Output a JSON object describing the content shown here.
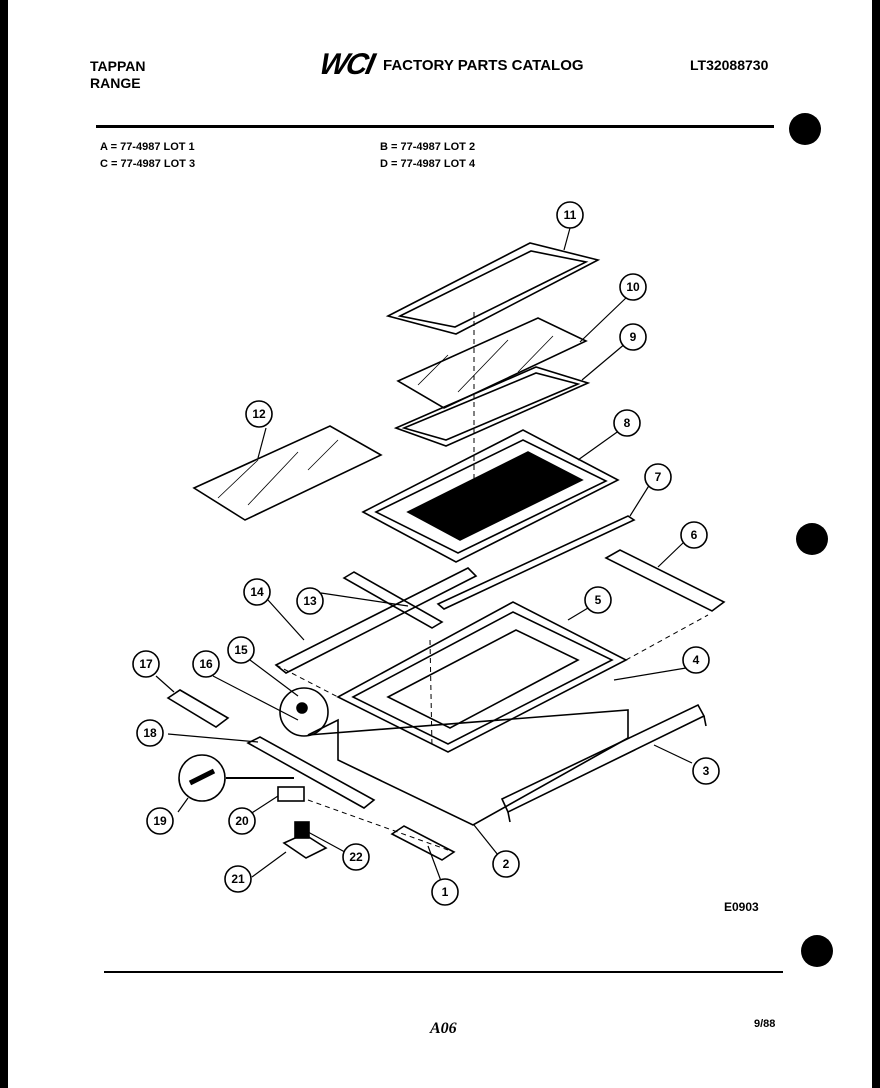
{
  "header": {
    "brand_line1": "TAPPAN",
    "brand_line2": "RANGE",
    "logo": "WCI",
    "catalog_title": "FACTORY PARTS CATALOG",
    "part_number": "LT32088730"
  },
  "models": {
    "a": "A = 77-4987 LOT 1",
    "b": "B = 77-4987 LOT 2",
    "c": "C = 77-4987 LOT 3",
    "d": "D = 77-4987 LOT 4"
  },
  "callouts": [
    "1",
    "2",
    "3",
    "4",
    "5",
    "6",
    "7",
    "8",
    "9",
    "10",
    "11",
    "12",
    "13",
    "14",
    "15",
    "16",
    "17",
    "18",
    "19",
    "20",
    "21",
    "22"
  ],
  "footer": {
    "drawing_code": "E0903",
    "page": "A06",
    "date": "9/88"
  }
}
